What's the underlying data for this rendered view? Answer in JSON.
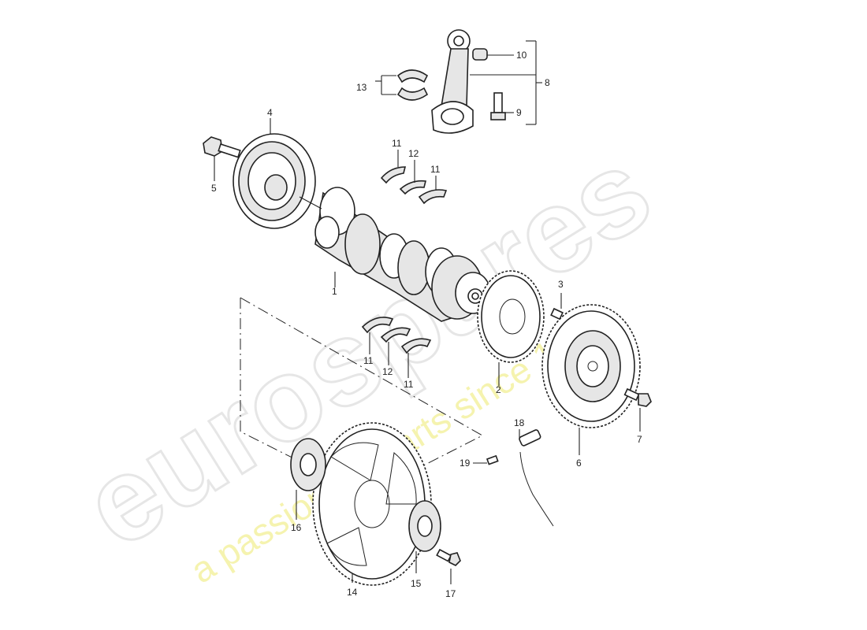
{
  "watermark": {
    "brand": "eurospares",
    "tagline": "a passion for parts since 1985"
  },
  "callouts": {
    "c1": "1",
    "c2": "2",
    "c3": "3",
    "c4": "4",
    "c5": "5",
    "c6": "6",
    "c7": "7",
    "c8": "8",
    "c9": "9",
    "c10": "10",
    "c11a": "11",
    "c11b": "11",
    "c11c": "11",
    "c11d": "11",
    "c12a": "12",
    "c12b": "12",
    "c13": "13",
    "c14": "14",
    "c15": "15",
    "c16": "16",
    "c17": "17",
    "c18": "18",
    "c19": "19"
  },
  "colors": {
    "line": "#222222",
    "watermark_text": "#f4f1a2",
    "watermark_outline": "#e6e6e6"
  }
}
